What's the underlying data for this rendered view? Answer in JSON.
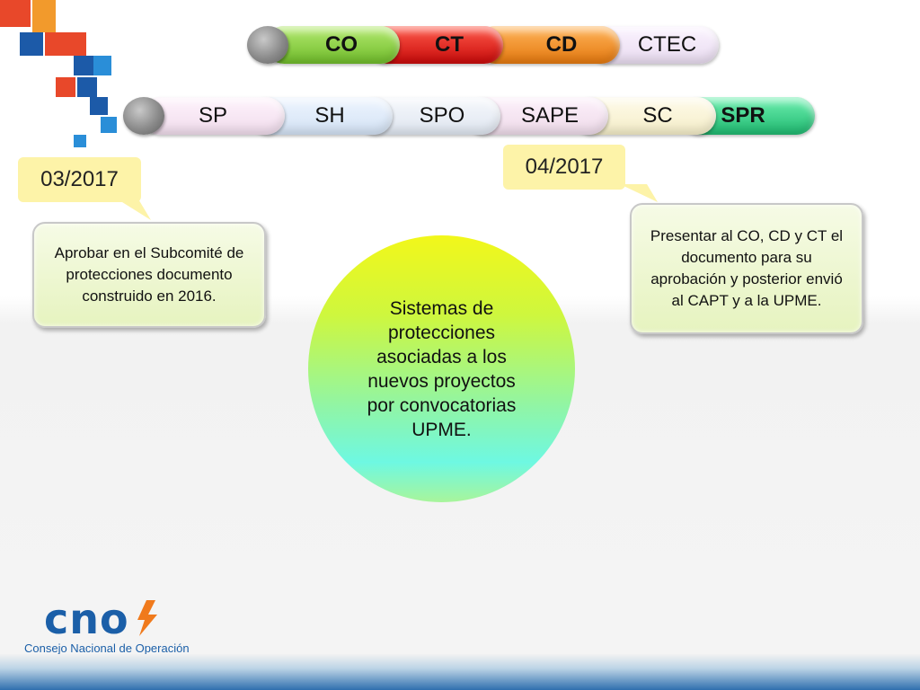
{
  "colors": {
    "co": "#8cd14a",
    "ct": "#e01212",
    "cd": "#f08a1c",
    "ctec": "#f3e8f8",
    "sp": "#f7e6f4",
    "sh": "#e3ecf8",
    "spo": "#eef2f8",
    "sape": "#f6e8f4",
    "sc": "#fbf6e0",
    "spr": "#33d18a",
    "brand_blue": "#1b5fa8",
    "brand_orange": "#f07a1c"
  },
  "top_bar": {
    "items": [
      {
        "label": "CO",
        "bold": true
      },
      {
        "label": "CT",
        "bold": true
      },
      {
        "label": "CD",
        "bold": true
      },
      {
        "label": "CTEC",
        "bold": false
      }
    ]
  },
  "sub_bar": {
    "items": [
      {
        "label": "SP"
      },
      {
        "label": "SH"
      },
      {
        "label": "SPO"
      },
      {
        "label": "SAPE"
      },
      {
        "label": "SC"
      },
      {
        "label": "SPR"
      }
    ]
  },
  "timeline": {
    "left_date": "03/2017",
    "left_text": "Aprobar en el Subcomité de protecciones documento construido en 2016.",
    "right_date": "04/2017",
    "right_text": "Presentar al CO, CD y CT el documento para su aprobación y posterior envió al CAPT y a la UPME."
  },
  "center": {
    "text": "Sistemas de protecciones asociadas a los nuevos proyectos por convocatorias UPME."
  },
  "logo": {
    "mark": "cno",
    "subtitle": "Consejo Nacional de Operación"
  }
}
